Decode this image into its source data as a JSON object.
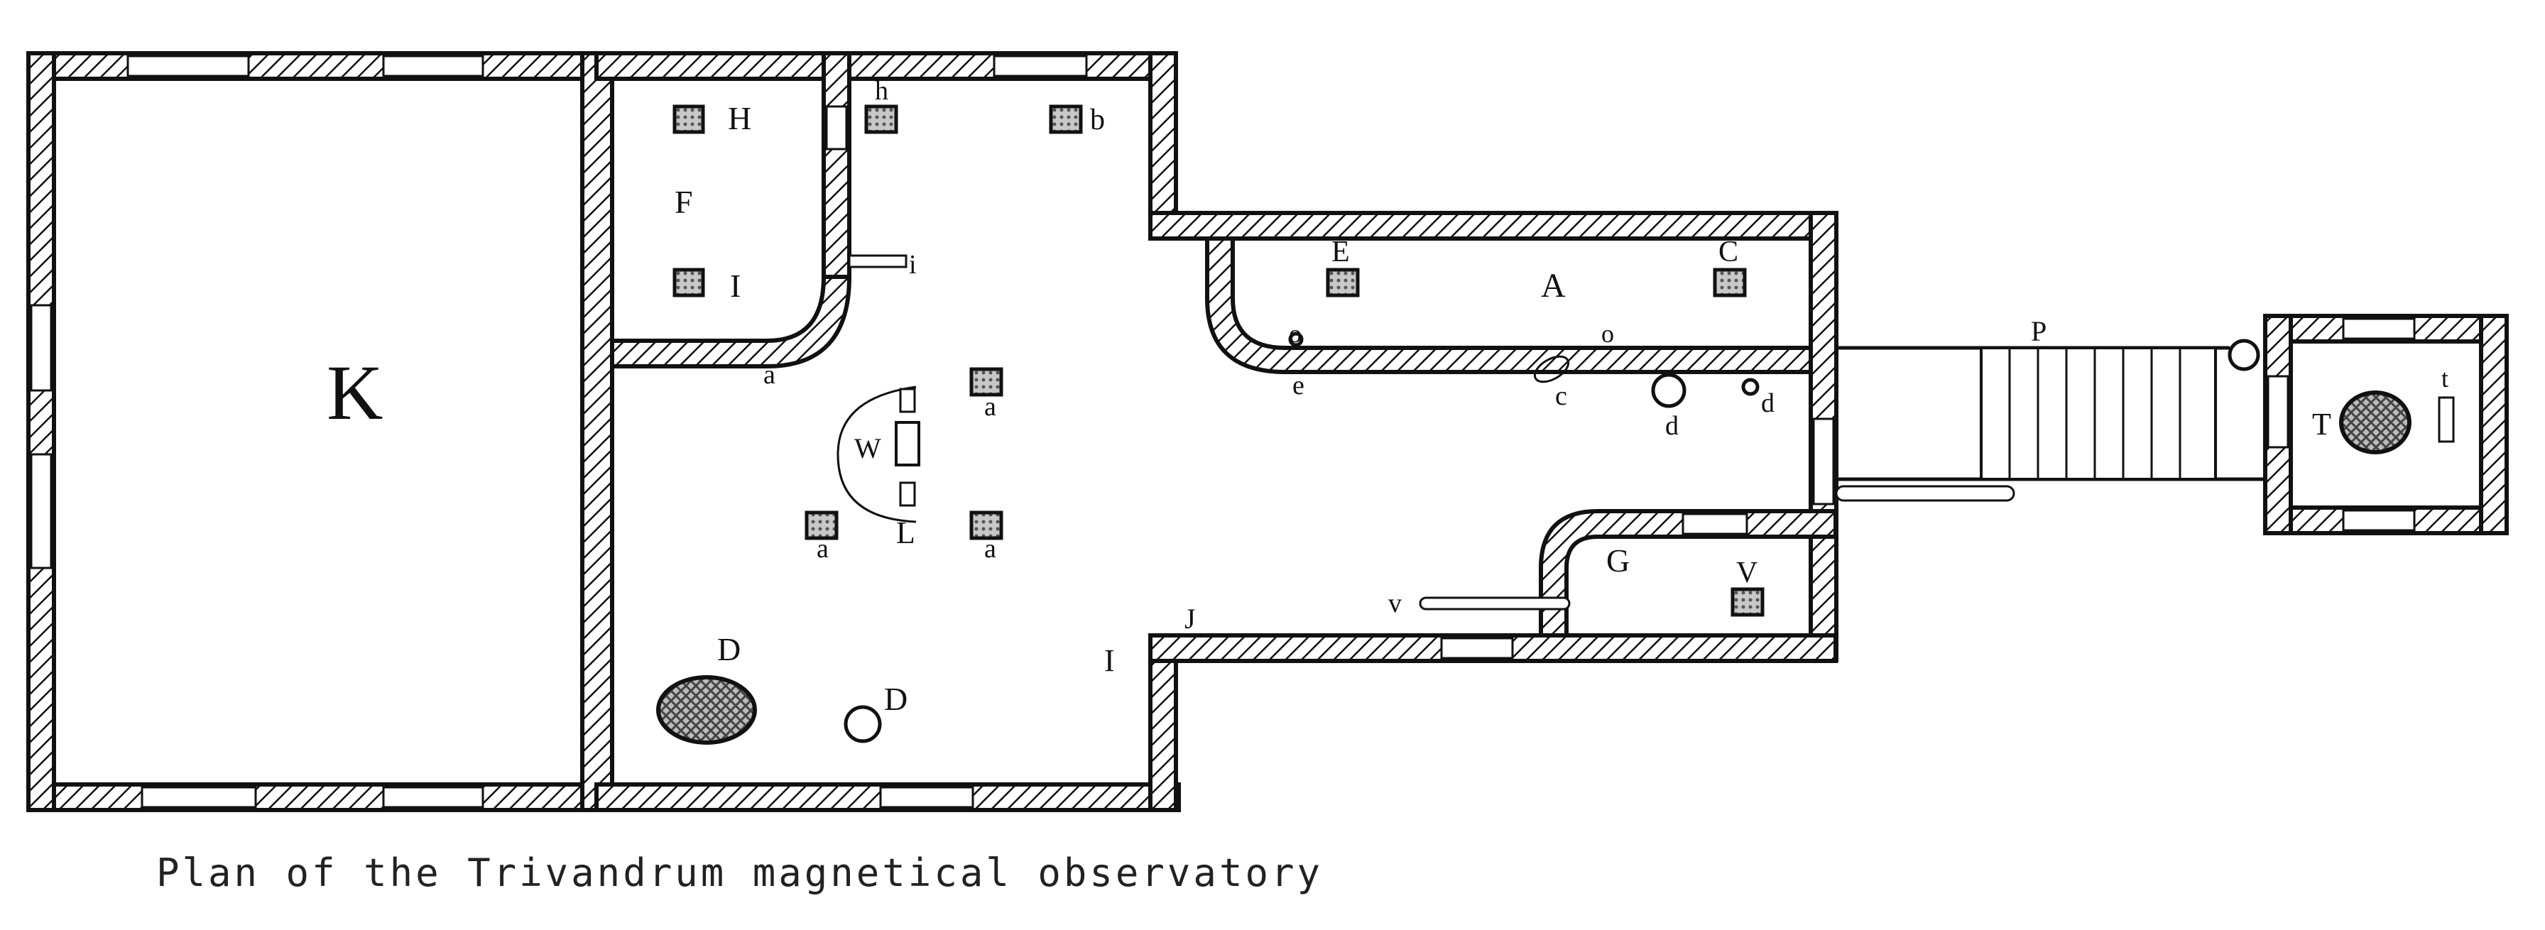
{
  "caption": "Plan of the Trivandrum magnetical observatory",
  "labels": {
    "K": "K",
    "H": "H",
    "F": "F",
    "I_upper": "I",
    "h": "h",
    "b": "b",
    "i": "i",
    "a_curve": "a",
    "E": "E",
    "A": "A",
    "C": "C",
    "o_left": "o",
    "o_right": "o",
    "e": "e",
    "c": "c",
    "d_center": "d",
    "d_right": "d",
    "P": "P",
    "T": "T",
    "t": "t",
    "W": "W",
    "L": "L",
    "a_upper_right": "a",
    "a_lower_left": "a",
    "a_lower_right": "a",
    "G": "G",
    "V": "V",
    "v": "v",
    "J": "J",
    "I_lower": "I",
    "D_big": "D",
    "D_small": "D"
  }
}
